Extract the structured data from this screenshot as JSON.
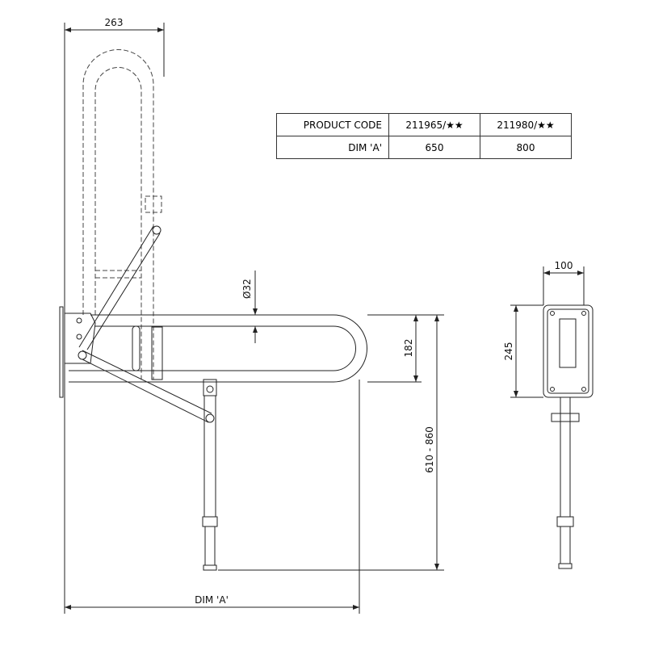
{
  "table": {
    "rows": [
      {
        "label": "PRODUCT CODE",
        "values": [
          "211965/★★",
          "211980/★★"
        ]
      },
      {
        "label": "DIM 'A'",
        "values": [
          "650",
          "800"
        ]
      }
    ]
  },
  "dimensions": {
    "width_top": "263",
    "tube_diameter": "Ø32",
    "bar_height": "182",
    "height_range": "610 - 860",
    "dim_a": "DIM 'A'",
    "plate_width": "100",
    "plate_height": "245"
  }
}
